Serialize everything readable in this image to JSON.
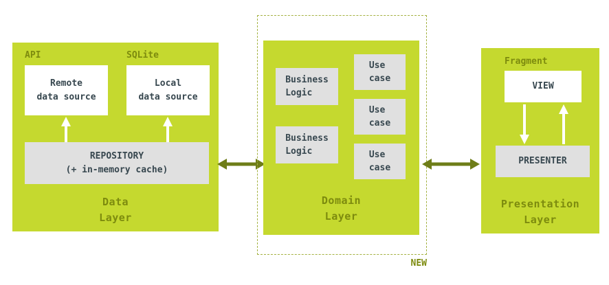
{
  "colors": {
    "lime_panel": "#c5d92f",
    "olive_label": "#7d8b0e",
    "arrow_olive": "#6e7d18",
    "arrow_white": "#ffffff",
    "box_gray": "#e0e0e0",
    "box_white": "#ffffff",
    "text_dark": "#37474f",
    "dashed_border": "#a3b13f"
  },
  "data_layer": {
    "api_label": "API",
    "sqlite_label": "SQLite",
    "remote_source": "Remote\ndata source",
    "local_source": "Local\ndata source",
    "repository": "REPOSITORY\n(+ in-memory cache)",
    "title": "Data\nLayer"
  },
  "domain_layer": {
    "business_logic": [
      "Business\nLogic",
      "Business\nLogic"
    ],
    "use_cases": [
      "Use\ncase",
      "Use\ncase",
      "Use\ncase"
    ],
    "title": "Domain\nLayer",
    "new_label": "NEW"
  },
  "presentation_layer": {
    "fragment_label": "Fragment",
    "view": "VIEW",
    "presenter": "PRESENTER",
    "title": "Presentation\nLayer"
  }
}
